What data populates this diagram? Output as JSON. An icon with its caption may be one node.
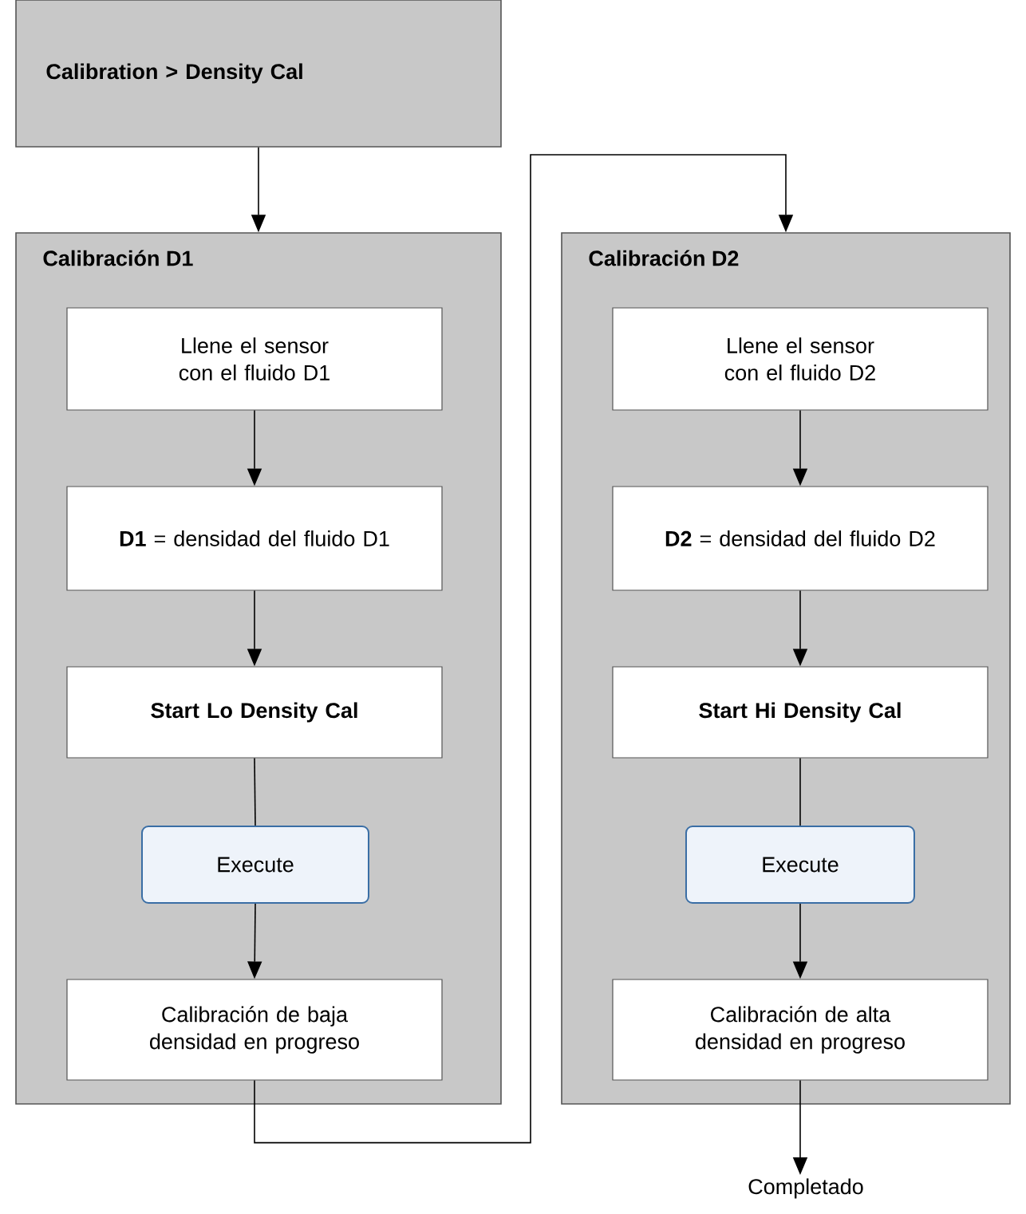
{
  "diagram": {
    "nodes": [
      {
        "text": [
          "Calibration > Density Cal"
        ]
      },
      {
        "text": [
          "Calibración D1"
        ]
      },
      {
        "text": [
          "Llene el sensor con el fluido D1"
        ],
        "in": 1
      },
      {
        "text": [
          "**D1** = densidad del fluido D1"
        ],
        "in": 1
      },
      {
        "text": [
          "Start Lo Density Cal"
        ],
        "in": 1
      },
      {
        "text": [
          "Execute"
        ],
        "in": 1
      },
      {
        "text": [
          "Calibración de baja densidad en progreso"
        ],
        "in": 1
      },
      {
        "text": [
          "Calibración D2"
        ]
      },
      {
        "text": [
          "Llene el sensor con el fluido D2"
        ],
        "in": 7
      },
      {
        "text": [
          "**D2** = densidad del fluido D2"
        ],
        "in": 7
      },
      {
        "text": [
          "Start Hi Density Cal"
        ],
        "in": 7
      },
      {
        "text": [
          "Execute"
        ],
        "in": 7
      },
      {
        "text": [
          "Calibración de alta densidad en progreso"
        ],
        "in": 7
      },
      {
        "text": [
          "Completado"
        ]
      }
    ],
    "edges": [
      {
        "from": 0,
        "to": 1,
        "arrow": "to"
      },
      {
        "from": 2,
        "to": 3,
        "arrow": "to"
      },
      {
        "from": 3,
        "to": 4,
        "arrow": "to"
      },
      {
        "from": 4,
        "to": 5,
        "arrow": "none"
      },
      {
        "from": 5,
        "to": 6,
        "arrow": "to"
      },
      {
        "from": 6,
        "to": 7,
        "arrow": "to"
      },
      {
        "from": 8,
        "to": 9,
        "arrow": "to"
      },
      {
        "from": 9,
        "to": 10,
        "arrow": "to"
      },
      {
        "from": 10,
        "to": 11,
        "arrow": "none"
      },
      {
        "from": 11,
        "to": 12,
        "arrow": "to"
      },
      {
        "from": 12,
        "to": 13,
        "arrow": "to"
      }
    ]
  }
}
